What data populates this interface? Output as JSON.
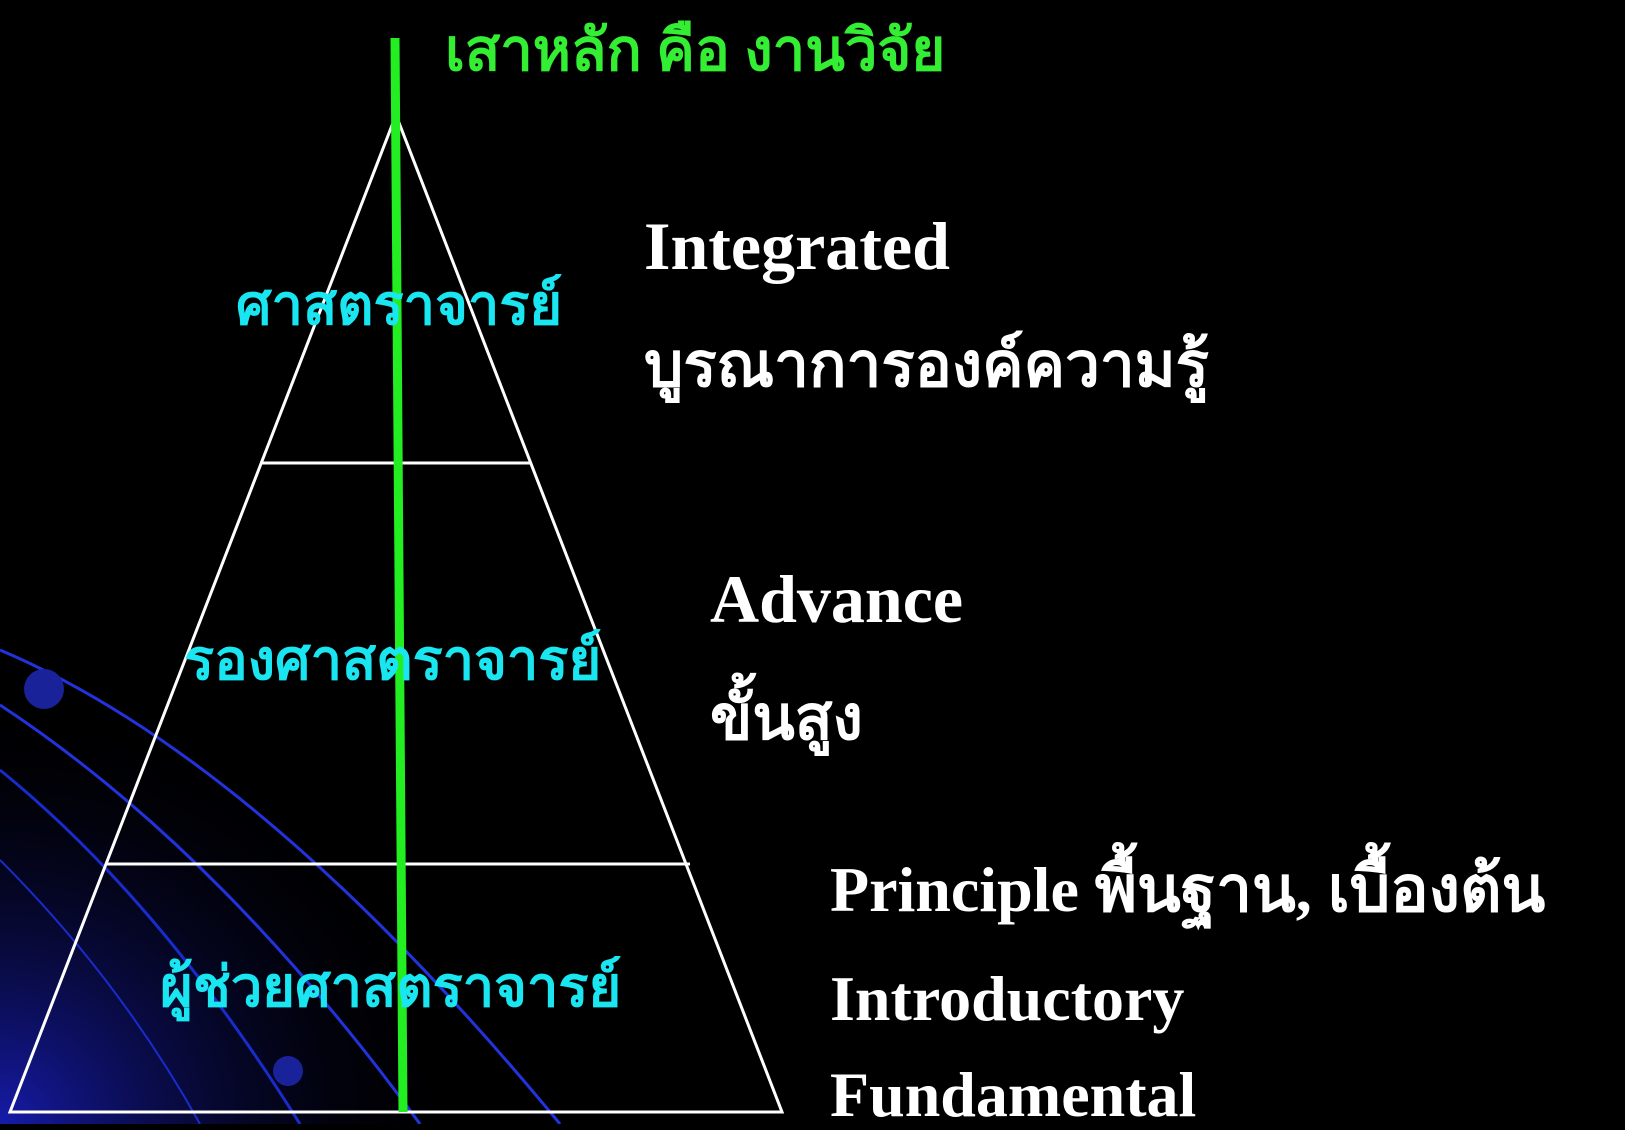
{
  "title": "เสาหลัก คือ งานวิจัย",
  "levels": [
    {
      "rank": "ศาสตราจารย์",
      "en": "Integrated",
      "th": "บูรณาการองค์ความรู้"
    },
    {
      "rank": "รองศาสตราจารย์",
      "en": "Advance",
      "th": "ขั้นสูง"
    },
    {
      "rank": "ผู้ช่วยศาสตราจารย์",
      "en": "Principle  พื้นฐาน, เบื้องต้น",
      "en2": "Introductory",
      "en3": "Fundamental"
    }
  ],
  "colors": {
    "background": "#000000",
    "pillar": "#22ee22",
    "rank_text": "#19e6f0",
    "outline": "#ffffff",
    "decor_lines": "#1a2bd6"
  }
}
